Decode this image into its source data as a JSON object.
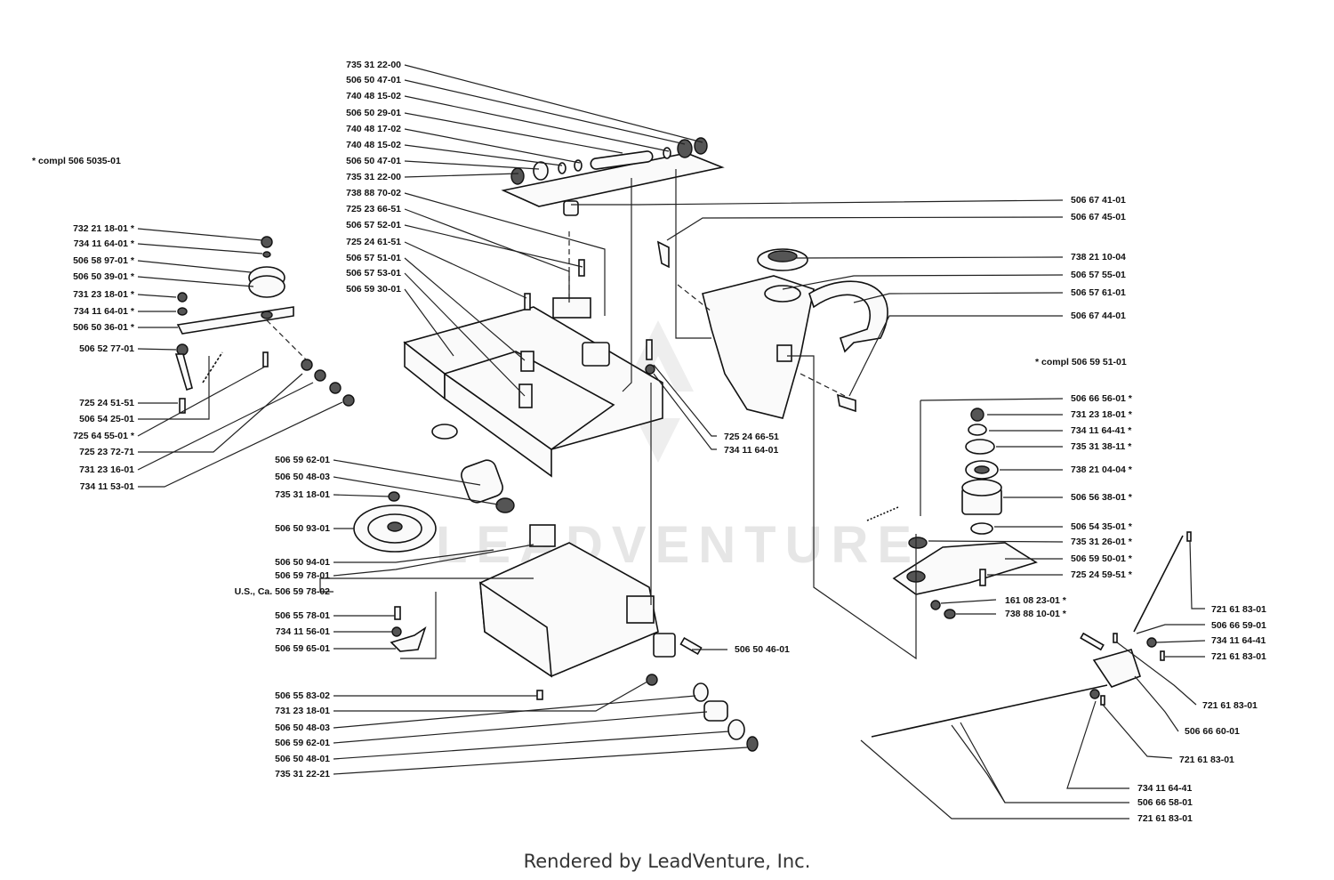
{
  "callouts": [
    {
      "text": "735 31 22-00",
      "side": "left"
    },
    {
      "text": "506 50 47-01",
      "side": "left"
    },
    {
      "text": "740 48 15-02",
      "side": "left"
    },
    {
      "text": "506 50 29-01",
      "side": "left"
    },
    {
      "text": "740 48 17-02",
      "side": "left"
    },
    {
      "text": "740 48 15-02",
      "side": "left"
    },
    {
      "text": "506 50 47-01",
      "side": "left"
    },
    {
      "text": "735 31 22-00",
      "side": "left"
    },
    {
      "text": "738 88 70-02",
      "side": "left"
    },
    {
      "text": "725 23 66-51",
      "side": "left"
    },
    {
      "text": "506 57 52-01",
      "side": "left"
    },
    {
      "text": "725 24 61-51",
      "side": "left"
    },
    {
      "text": "506 57 51-01",
      "side": "left"
    },
    {
      "text": "506 57 53-01",
      "side": "left"
    },
    {
      "text": "506 59 30-01",
      "side": "left"
    },
    {
      "text": "732 21 18-01 *",
      "side": "left"
    },
    {
      "text": "734 11 64-01 *",
      "side": "left"
    },
    {
      "text": "506 58 97-01 *",
      "side": "left"
    },
    {
      "text": "506 50 39-01 *",
      "side": "left"
    },
    {
      "text": "731 23 18-01 *",
      "side": "left"
    },
    {
      "text": "734 11 64-01 *",
      "side": "left"
    },
    {
      "text": "506 50 36-01 *",
      "side": "left"
    },
    {
      "text": "506 52 77-01",
      "side": "left"
    },
    {
      "text": "725 24 51-51",
      "side": "left"
    },
    {
      "text": "506 54 25-01",
      "side": "left"
    },
    {
      "text": "725 64 55-01 *",
      "side": "left"
    },
    {
      "text": "725 23 72-71",
      "side": "left"
    },
    {
      "text": "731 23 16-01",
      "side": "left"
    },
    {
      "text": "734 11 53-01",
      "side": "left"
    },
    {
      "text": "506 59 62-01",
      "side": "left"
    },
    {
      "text": "506 50 48-03",
      "side": "left"
    },
    {
      "text": "735 31 18-01",
      "side": "left"
    },
    {
      "text": "506 50 93-01",
      "side": "left"
    },
    {
      "text": "506 50 94-01",
      "side": "left"
    },
    {
      "text": "506 59 78-01",
      "side": "left"
    },
    {
      "text": "U.S., Ca. 506 59 78-02",
      "side": "left"
    },
    {
      "text": "506 55 78-01",
      "side": "left"
    },
    {
      "text": "734 11 56-01",
      "side": "left"
    },
    {
      "text": "506 59 65-01",
      "side": "left"
    },
    {
      "text": "506 55 83-02",
      "side": "left"
    },
    {
      "text": "731 23 18-01",
      "side": "left"
    },
    {
      "text": "506 50 48-03",
      "side": "left"
    },
    {
      "text": "506 59 62-01",
      "side": "left"
    },
    {
      "text": "506 50 48-01",
      "side": "left"
    },
    {
      "text": "735 31 22-21",
      "side": "left"
    },
    {
      "text": "506 67 41-01",
      "side": "right"
    },
    {
      "text": "506 67 45-01",
      "side": "right"
    },
    {
      "text": "738 21 10-04",
      "side": "right"
    },
    {
      "text": "506 57 55-01",
      "side": "right"
    },
    {
      "text": "506 57 61-01",
      "side": "right"
    },
    {
      "text": "506 67 44-01",
      "side": "right"
    },
    {
      "text": "725 24 66-51",
      "side": "right"
    },
    {
      "text": "734 11 64-01",
      "side": "right"
    },
    {
      "text": "506 66 56-01 *",
      "side": "right"
    },
    {
      "text": "731 23 18-01 *",
      "side": "right"
    },
    {
      "text": "734 11 64-41 *",
      "side": "right"
    },
    {
      "text": "735 31 38-11 *",
      "side": "right"
    },
    {
      "text": "738 21 04-04 *",
      "side": "right"
    },
    {
      "text": "506 56 38-01 *",
      "side": "right"
    },
    {
      "text": "506 54 35-01 *",
      "side": "right"
    },
    {
      "text": "735 31 26-01 *",
      "side": "right"
    },
    {
      "text": "506 59 50-01 *",
      "side": "right"
    },
    {
      "text": "725 24 59-51 *",
      "side": "right"
    },
    {
      "text": "161 08 23-01 *",
      "side": "right"
    },
    {
      "text": "738 88 10-01 *",
      "side": "right"
    },
    {
      "text": "506 50 46-01",
      "side": "right"
    },
    {
      "text": "721 61 83-01",
      "side": "right"
    },
    {
      "text": "506 66 59-01",
      "side": "right"
    },
    {
      "text": "734 11 64-41",
      "side": "right"
    },
    {
      "text": "721 61 83-01",
      "side": "right"
    },
    {
      "text": "721 61 83-01",
      "side": "right"
    },
    {
      "text": "506 66 60-01",
      "side": "right"
    },
    {
      "text": "721 61 83-01",
      "side": "right"
    },
    {
      "text": "734 11 64-41",
      "side": "right"
    },
    {
      "text": "506 66 58-01",
      "side": "right"
    },
    {
      "text": "721 61 83-01",
      "side": "right"
    }
  ],
  "notes": {
    "kit_left": "*  compl 506 5035-01",
    "kit_right": "*  compl 506 59 51-01"
  },
  "watermark": "LEADVENTURE",
  "footer": "Rendered by LeadVenture, Inc."
}
